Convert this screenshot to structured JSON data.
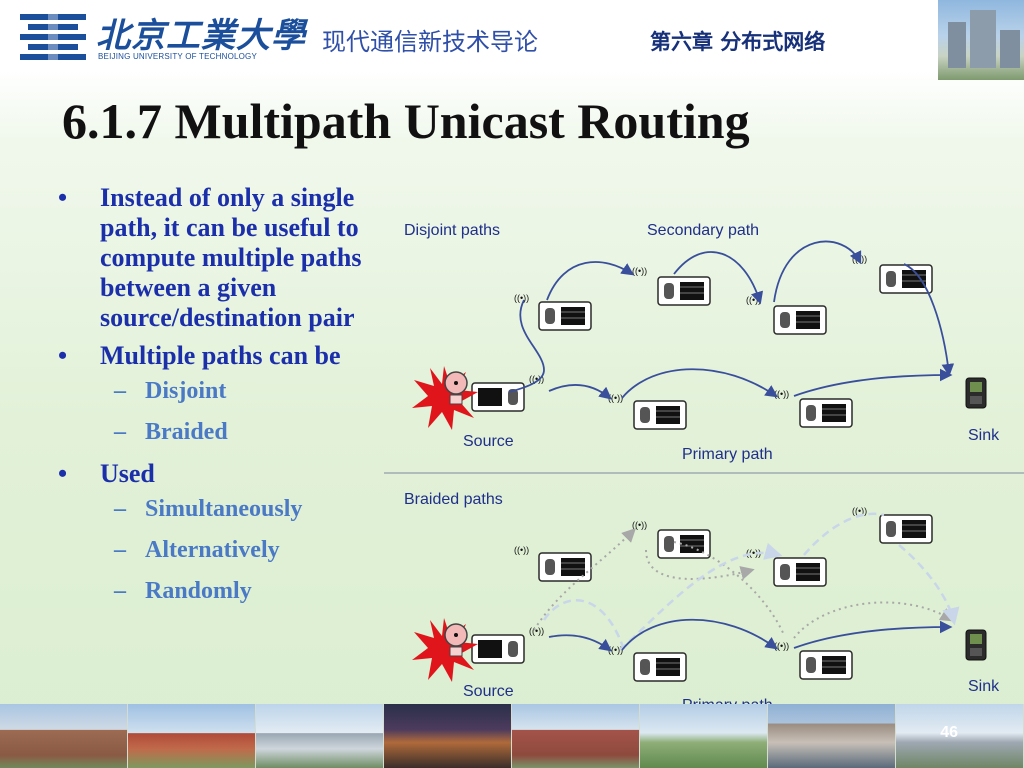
{
  "header": {
    "logo_cn": "北京工業大學",
    "logo_en": "BEIJING UNIVERSITY OF TECHNOLOGY",
    "course_title": "现代通信新技术导论",
    "chapter_title": "第六章 分布式网络"
  },
  "slide": {
    "title": "6.1.7 Multipath Unicast Routing",
    "bullets": [
      {
        "text": "Instead of only a single path, it can be useful to compute multiple paths between a given source/destination pair",
        "sub": []
      },
      {
        "text": "Multiple paths can be",
        "sub": [
          "Disjoint",
          "Braided"
        ]
      },
      {
        "text": "Used",
        "sub": [
          "Simultaneously",
          "Alternatively",
          "Randomly"
        ]
      }
    ],
    "page_number": "46"
  },
  "diagram": {
    "top": {
      "caption": "Disjoint paths",
      "secondary_label": "Secondary path",
      "primary_label": "Primary path",
      "source_label": "Source",
      "sink_label": "Sink"
    },
    "bottom": {
      "caption": "Braided paths",
      "primary_label": "Primary path",
      "source_label": "Source",
      "sink_label": "Sink"
    },
    "colors": {
      "primary_path": "#3a4f9c",
      "braided_alt_1": "#a8a8a8",
      "braided_alt_2": "#c9d6ea",
      "source_burst": "#e0151b",
      "node_border": "#2a2a2a"
    }
  },
  "footer": {
    "photos": [
      "campus-building",
      "campus-gate",
      "stadium",
      "sports-arena",
      "campus-building-2",
      "campus-lawn",
      "office-tower",
      "street-view"
    ]
  }
}
